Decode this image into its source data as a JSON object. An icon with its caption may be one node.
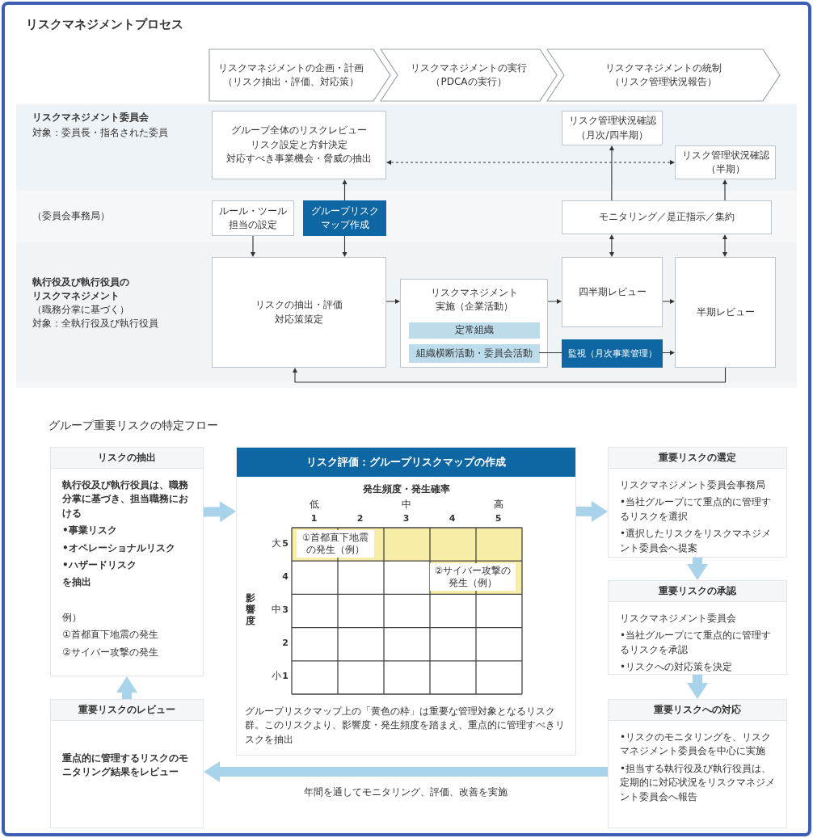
{
  "diagram": {
    "title": "リスクマネジメントプロセス",
    "nodes": [
      {
        "text": [
          "リスクマネジメントの企画・計画（リスク抽出・評価、対応策）"
        ]
      },
      {
        "text": [
          "リスクマネジメントの実行（PDCAの実行）"
        ]
      },
      {
        "text": [
          "リスクマネジメントの統制（リスク管理状況報告）"
        ]
      },
      {
        "text": [
          "グループ全体のリスクレビュー",
          "リスク設定と方針決定",
          "対応すべき事業機会・脅威の抽出"
        ]
      },
      {
        "text": [
          "リスク管理状況確認（月次/四半期）"
        ]
      },
      {
        "text": [
          "リスク管理状況確認（半期）"
        ]
      },
      {
        "text": [
          "ルール・ツール担当の設定"
        ]
      },
      {
        "text": [
          "グループリスクマップ作成"
        ]
      },
      {
        "text": [
          "モニタリング／是正指示／集約"
        ]
      },
      {
        "text": [
          "リスクの抽出・評価対応策策定"
        ]
      },
      {
        "text": [
          "リスクマネジメント実施（企業活動）"
        ]
      },
      {
        "text": [
          "定常組織"
        ],
        "in": 10
      },
      {
        "text": [
          "組織横断活動・委員会活動"
        ],
        "in": 10
      },
      {
        "text": [
          "四半期レビュー"
        ]
      },
      {
        "text": [
          "監視（月次事業管理）"
        ]
      },
      {
        "text": [
          "半期レビュー"
        ]
      },
      {
        "text": [
          "リスクの抽出",
          "執行役及び執行役員は、職務分掌に基づき、担当職務における",
          "•事業リスク",
          "•オペレーショナルリスク",
          "•ハザードリスク",
          "を抽出",
          "例）",
          "①首都直下地震の発生",
          "②サイバー攻撃の発生"
        ]
      },
      {
        "text": [
          "リスク評価：グループリスクマップの作成",
          "グループリスクマップ上の「黄色の枠」は重要な管理対象となるリスク群。このリスクより、影響度・発生頻度を踏まえ、重点的に管理すべきリスクを抽出"
        ]
      },
      {
        "text": [
          "①首都直下地震の発生（例）"
        ],
        "in": 17
      },
      {
        "text": [
          "②サイバー攻撃の発生（例）"
        ],
        "in": 17
      },
      {
        "text": [
          "重要リスクの選定",
          "リスクマネジメント委員会事務局",
          "•当社グループにて重点的に管理するリスクを選択",
          "•選択したリスクをリスクマネジメント委員会へ提案"
        ]
      },
      {
        "text": [
          "重要リスクの承認",
          "リスクマネジメント委員会",
          "•当社グループにて重点的に管理するリスクを承認",
          "•リスクへの対応策を決定"
        ]
      },
      {
        "text": [
          "重要リスクへの対応",
          "•リスクのモニタリングを、リスクマネジメント委員会を中心に実施",
          "•担当する執行役及び執行役員は、定期的に対応状況をリスクマネジメント委員会へ報告"
        ]
      },
      {
        "text": [
          "重要リスクのレビュー",
          "重点的に管理するリスクのモニタリング結果をレビュー"
        ]
      }
    ],
    "edges": [
      {
        "from": 3,
        "to": 5,
        "arrow": "both",
        "style": "dashed"
      },
      {
        "from": 8,
        "to": 4,
        "arrow": "to"
      },
      {
        "from": 8,
        "to": 5,
        "arrow": "to"
      },
      {
        "from": 7,
        "to": 3,
        "arrow": "to"
      },
      {
        "from": 6,
        "to": 9,
        "arrow": "to"
      },
      {
        "from": 7,
        "to": 9,
        "arrow": "to"
      },
      {
        "from": 8,
        "to": 13,
        "arrow": "both"
      },
      {
        "from": 8,
        "to": 15,
        "arrow": "both"
      },
      {
        "from": 9,
        "to": 10,
        "arrow": "to"
      },
      {
        "from": 10,
        "to": 13,
        "arrow": "to"
      },
      {
        "from": 13,
        "to": 15,
        "arrow": "to"
      },
      {
        "from": 12,
        "to": 14,
        "arrow": "none"
      },
      {
        "from": 14,
        "to": 15,
        "arrow": "to"
      },
      {
        "from": 15,
        "to": 9,
        "arrow": "to"
      },
      {
        "from": 16,
        "to": 17,
        "arrow": "to",
        "style": "thick",
        "color": "#a9d3eb"
      },
      {
        "from": 17,
        "to": 20,
        "arrow": "to",
        "style": "thick",
        "color": "#a9d3eb"
      },
      {
        "from": 20,
        "to": 21,
        "arrow": "to",
        "style": "thick",
        "color": "#a9d3eb"
      },
      {
        "from": 21,
        "to": 22,
        "arrow": "to",
        "style": "thick",
        "color": "#a9d3eb"
      },
      {
        "from": 22,
        "to": 23,
        "arrow": "to",
        "style": "thick",
        "color": "#a9d3eb",
        "label": "年間を通してモニタリング、評価、改善を実施"
      },
      {
        "from": 23,
        "to": 16,
        "arrow": "to",
        "style": "thick",
        "color": "#a9d3eb"
      }
    ],
    "labels": [
      "リスクマネジメント委員会",
      "対象：委員長・指名された委員",
      "（委員会事務局）",
      "執行役及び執行役員のリスクマネジメント",
      "（職務分掌に基づく）",
      "対象：全執行役及び執行役員",
      "グループ重要リスクの特定フロー",
      "発生頻度・発生確率",
      "低",
      "中",
      "高",
      "1",
      "2",
      "3",
      "4",
      "5",
      "大",
      "5",
      "4",
      "影響度",
      "中",
      "3",
      "2",
      "小",
      "1"
    ]
  }
}
